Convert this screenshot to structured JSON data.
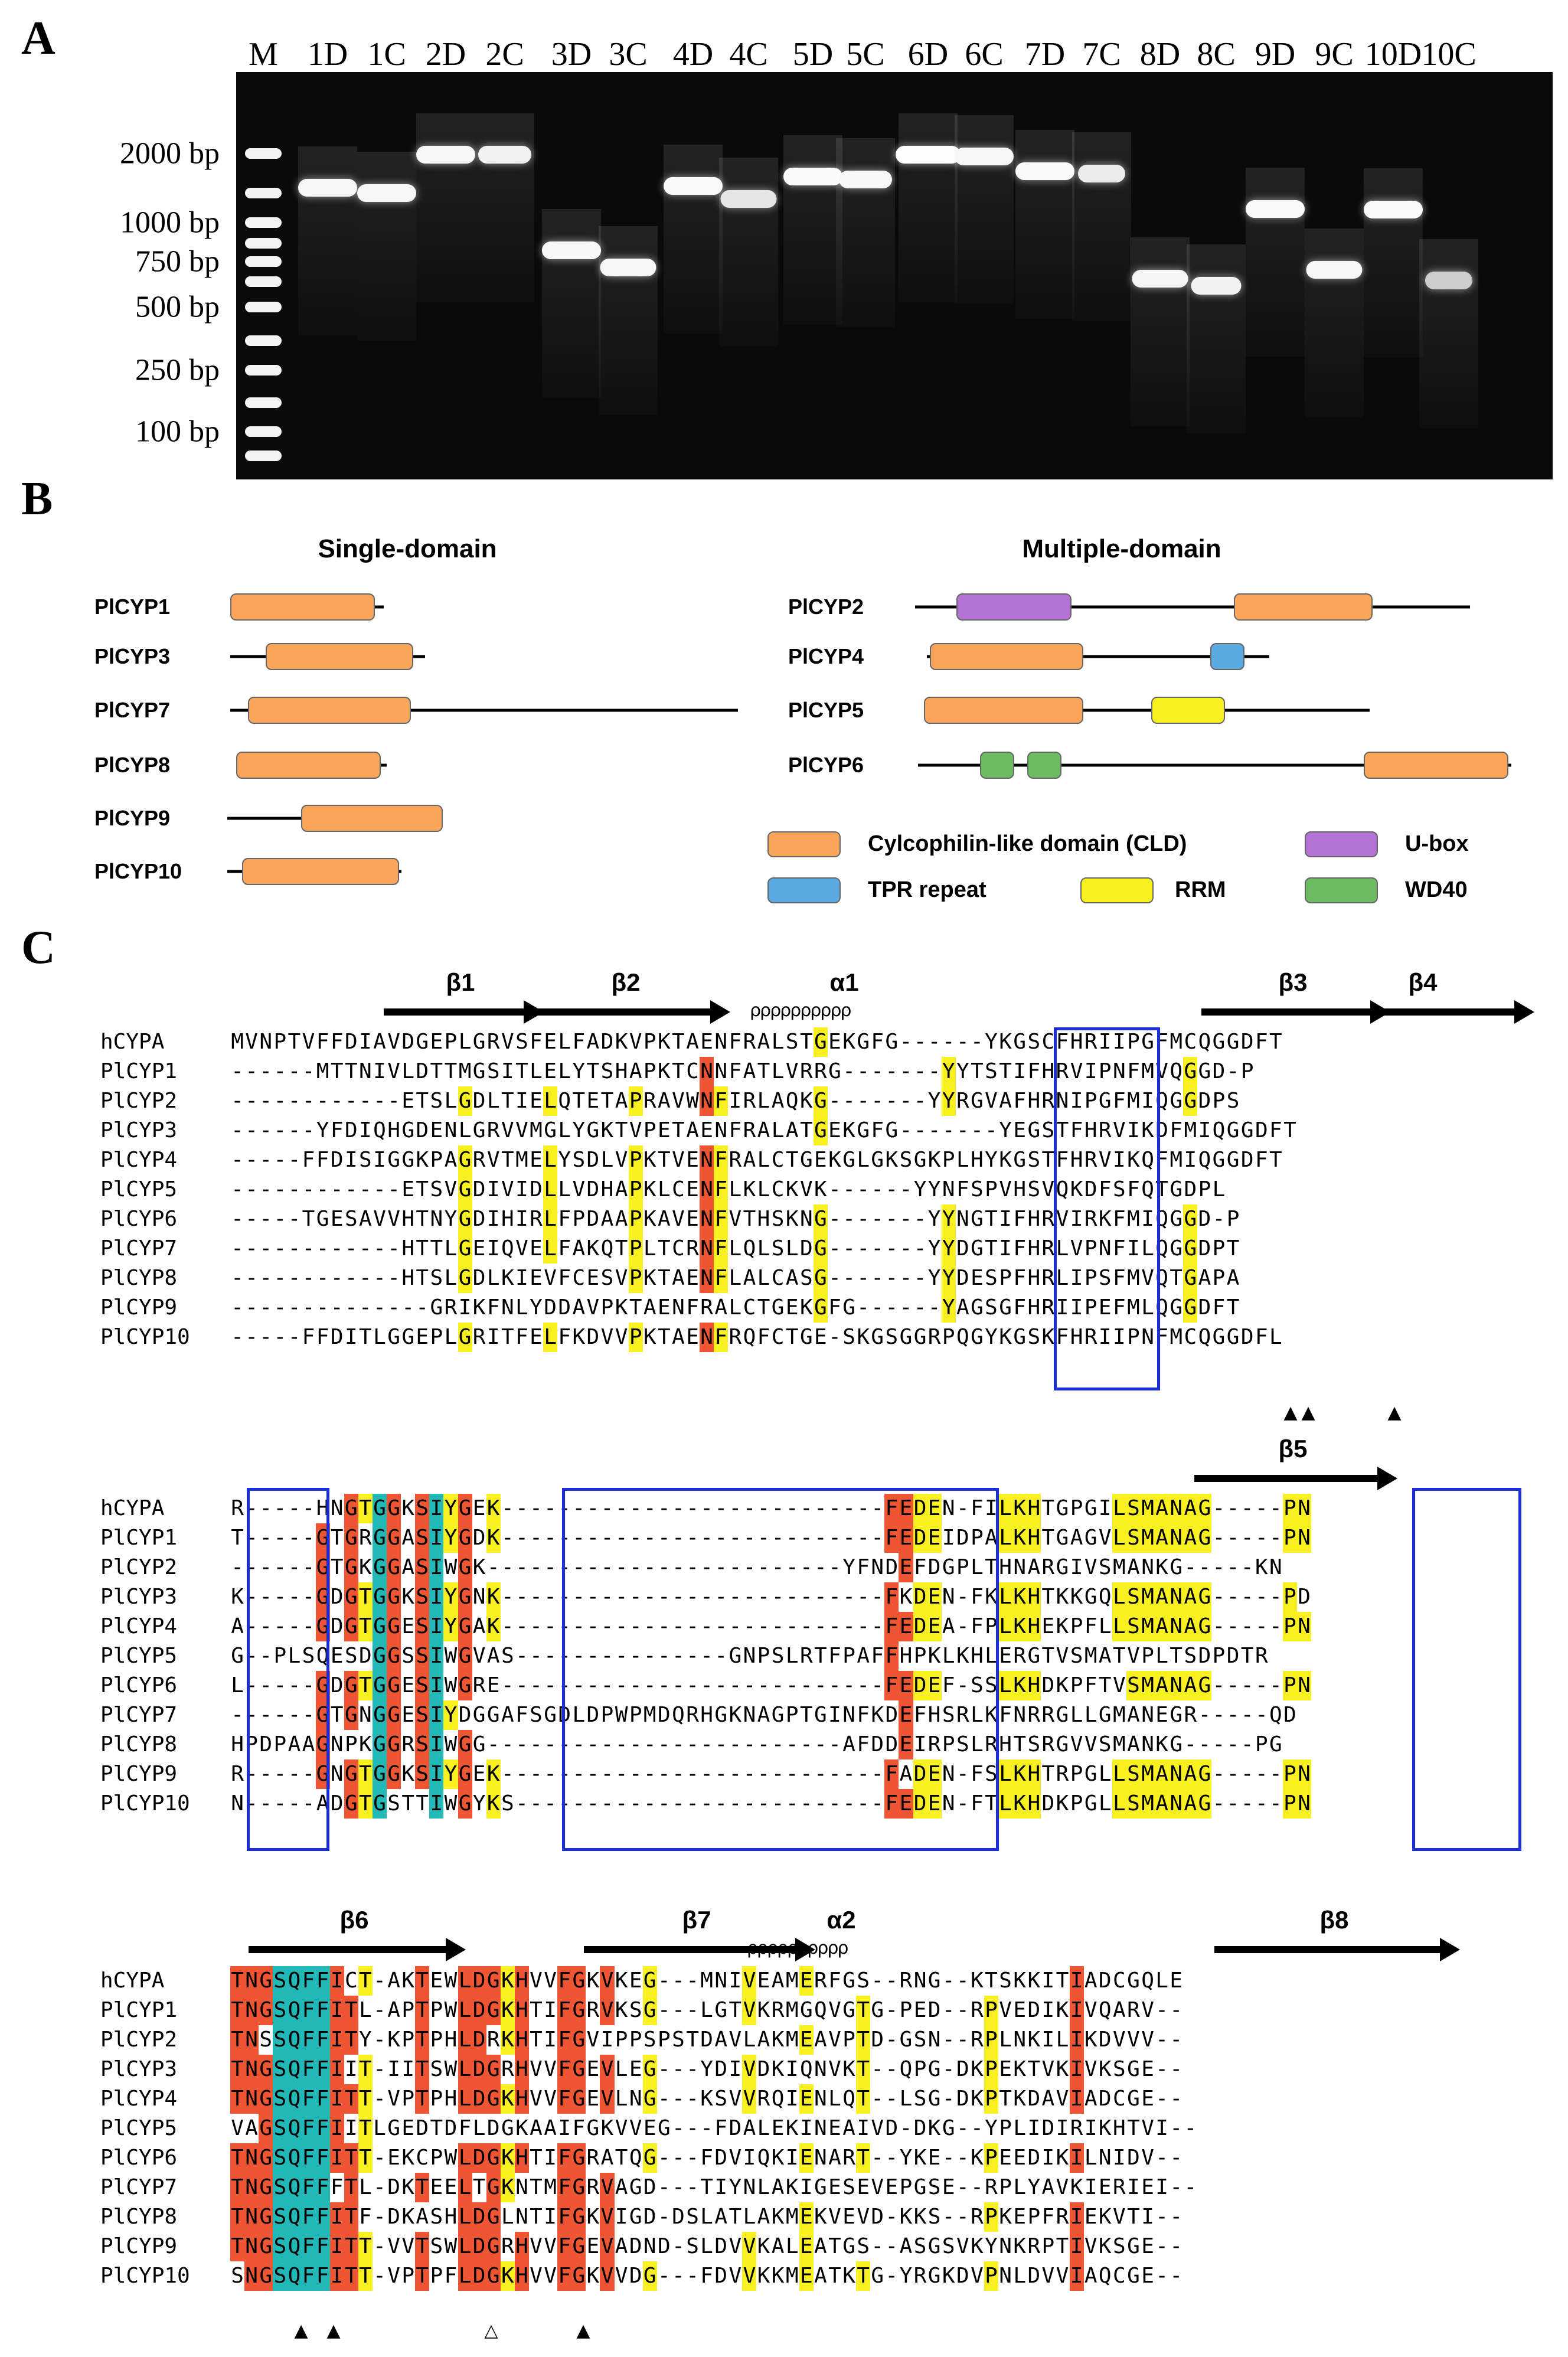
{
  "panel_a": {
    "letter": "A",
    "lanes": [
      "M",
      "1D",
      "1C",
      "2D",
      "2C",
      "3D",
      "3C",
      "4D",
      "4C",
      "5D",
      "5C",
      "6D",
      "6C",
      "7D",
      "7C",
      "8D",
      "8C",
      "9D",
      "9C",
      "10D",
      "10C"
    ],
    "markers": [
      "2000 bp",
      "1000 bp",
      "750 bp",
      "500 bp",
      "250 bp",
      "100 bp"
    ]
  },
  "panel_b": {
    "letter": "B",
    "single_title": "Single-domain",
    "multi_title": "Multiple-domain",
    "single_genes": [
      "PlCYP1",
      "PlCYP3",
      "PlCYP7",
      "PlCYP8",
      "PlCYP9",
      "PlCYP10"
    ],
    "multi_genes": [
      "PlCYP2",
      "PlCYP4",
      "PlCYP5",
      "PlCYP6"
    ],
    "legend": {
      "cld": {
        "label": "Cylcophilin-like domain (CLD)",
        "color": "#f9a65a"
      },
      "ubox": {
        "label": "U-box",
        "color": "#b572d6"
      },
      "tpr": {
        "label": "TPR repeat",
        "color": "#5aaae0"
      },
      "rrm": {
        "label": "RRM",
        "color": "#f8f020"
      },
      "wd40": {
        "label": "WD40",
        "color": "#6cbb62"
      }
    }
  },
  "panel_c": {
    "letter": "C",
    "names": [
      "hCYPA",
      "PlCYP1",
      "PlCYP2",
      "PlCYP3",
      "PlCYP4",
      "PlCYP5",
      "PlCYP6",
      "PlCYP7",
      "PlCYP8",
      "PlCYP9",
      "PlCYP10"
    ],
    "block1": {
      "ss": [
        "β1",
        "β2",
        "α1",
        "β3",
        "β4"
      ],
      "seqs": [
        "MVNPTVFFDIAVDGEPLGRVSFELFADKVPKTAENFRALSTGEKGFG------YKGSCFHRIIPGFMCQGGDFT",
        "------MTTNIVLDTTMGSITLELYTSHAPKTCNNFATLVRRG-------YYTSTIFHRVIPNFMVQGGD-P",
        "------------ETSLGDLTIELQTETAPRAVWNFIRLAQKG-------YYRGVAFHRNIPGFMIQGGDPS",
        "------YFDIQHGDENLGRVVMGLYGKTVPETAENFRALATGEKGFG-------YEGSTFHRVIKDFMIQGGDFT",
        "-----FFDISIGGKPAGRVTMELYSDLVPKTVENFRALCTGEKGLGKSGKPLHYKGSTFHRVIKQFMIQGGDFT",
        "------------ETSVGDIVIDLLVDHAPKLCENFLKLCKVK------YYNFSPVHSVQKDFSFQTGDPL",
        "-----TGESAVVHTNYGDIHIRLFPDAAPKAVENFVTHSKNG-------YYNGTIFHRVIRKFMIQGGD-P",
        "------------HTTLGEIQVELFAKQTPLTCRNFLQLSLDG-------YYDGTIFHRLVPNFILQGGDPT",
        "------------HTSLGDLKIEVFCESVPKTAENFLALCASG-------YYDESPFHRLIPSFMVQTGAPA",
        "--------------GRIKFNLYDDAVPKTAENFRALCTGEKGFG------YAGSGFHRIIPEFMLQGGDFT",
        "-----FFDITLGGEPLGRITFELFKDVVPKTAENFRQFCTGE-SKGSGGRPQGYKGSKFHRIIPNFMCQGGDFL"
      ]
    },
    "block2": {
      "ss": [
        "β5"
      ],
      "seqs": [
        "R-----HNGTGGKSIYGEK---------------------------FEDEN-FILKHTGPGILSMANAG-----PN",
        "T-----GTGRGGASIYGDK---------------------------FEDEIDPALKHTGAGVLSMANAG-----PN",
        "------GTGKGGASIWGK-------------------------YFNDEFDGPLTHNARGIVSMANKG-----KN",
        "K-----GDGTGGKSIYGNK---------------------------FKDEN-FKLKHTKKGQLSMANAG-----PD",
        "A-----GDGTGGESIYGAK---------------------------FEDEA-FPLKHEKPFLLSMANAG-----PN",
        "G--PLSQESDGGSSIWGVAS---------------GNPSLRTFPAFFHPKLKHLERGTVSMATVPLTSDPDTR",
        "L-----GDGTGGESIWGRE---------------------------FEDEF-SSLKHDKPFTVSMANAG-----PN",
        "------GTGNGGESIYDGGAFSGDLDPWPMDQRHGKNAGPTGINFKDEFHSRLKFNRRGLLGMANEGR-----QD",
        "HPDPAAGNPKGGRSIWGG-------------------------AFDDEIRPSLRHTSRGVVSMANKG-----PG",
        "R-----GNGTGGKSIYGEK---------------------------FADEN-FSLKHTRPGLLSMANAG-----PN",
        "N-----ADGTGSTTIWGYKS--------------------------FEDEN-FTLKHDKPGLLSMANAG-----PN"
      ]
    },
    "block3": {
      "ss": [
        "β6",
        "β7",
        "α2",
        "β8"
      ],
      "seqs": [
        "TNGSQFFICT-AKTEWLDGKHVVFGKVKEG---MNIVEAMERFGS--RNG--KTSKKITIADCGQLE",
        "TNGSQFFITL-APTPWLDGKHTIFGRVKSG---LGTVKRMGQVGTG-PED--RPVEDIKIVQARV--",
        "TNSSQFFITY-KPTPHLDRKHTIFGVIPPSPSTDAVLAKMEAVPTD-GSN--RPLNKILIKDVVV--",
        "TNGSQFFIIT-IITSWLDGRHVVFGEVLEG---YDIVDKIQNVKT--QPG-DKPEKTVKIVKSGE--",
        "TNGSQFFITT-VPTPHLDGKHVVFGEVLNG---KSVVRQIENLQT--LSG-DKPTKDAVIADCGE--",
        "VAGSQFFIITLGEDTDFLDGKAAIFGKVVEG---FDALEKINEAIVD-DKG--YPLIDIRIKHTVI--",
        "TNGSQFFITT-EKCPWLDGKHTIFGRATQG---FDVIQKIENART--YKE--KPEEDIKILNIDV--",
        "TNGSQFFFTL-DKTEELTGKNTMFGRVAGD---TIYNLAKIGESEVEPGSE--RPLYAVKIERIEI--",
        "TNGSQFFITF-DKASHLDGLNTIFGKVIGD-DSLATLAKMEKVEVD-KKS--RPKEPFRIEKVTI--",
        "TNGSQFFITT-VVTSWLDGRHVVFGEVADND-SLDVVKALEATGS--ASGSVKYNKRPTIVKSGE--",
        "SNGSQFFITT-VPTPFLDGKHVVFGKVVDG---FDVVKKMEATKTG-YRGKDVPNLDVVIAQCGE--"
      ]
    }
  }
}
